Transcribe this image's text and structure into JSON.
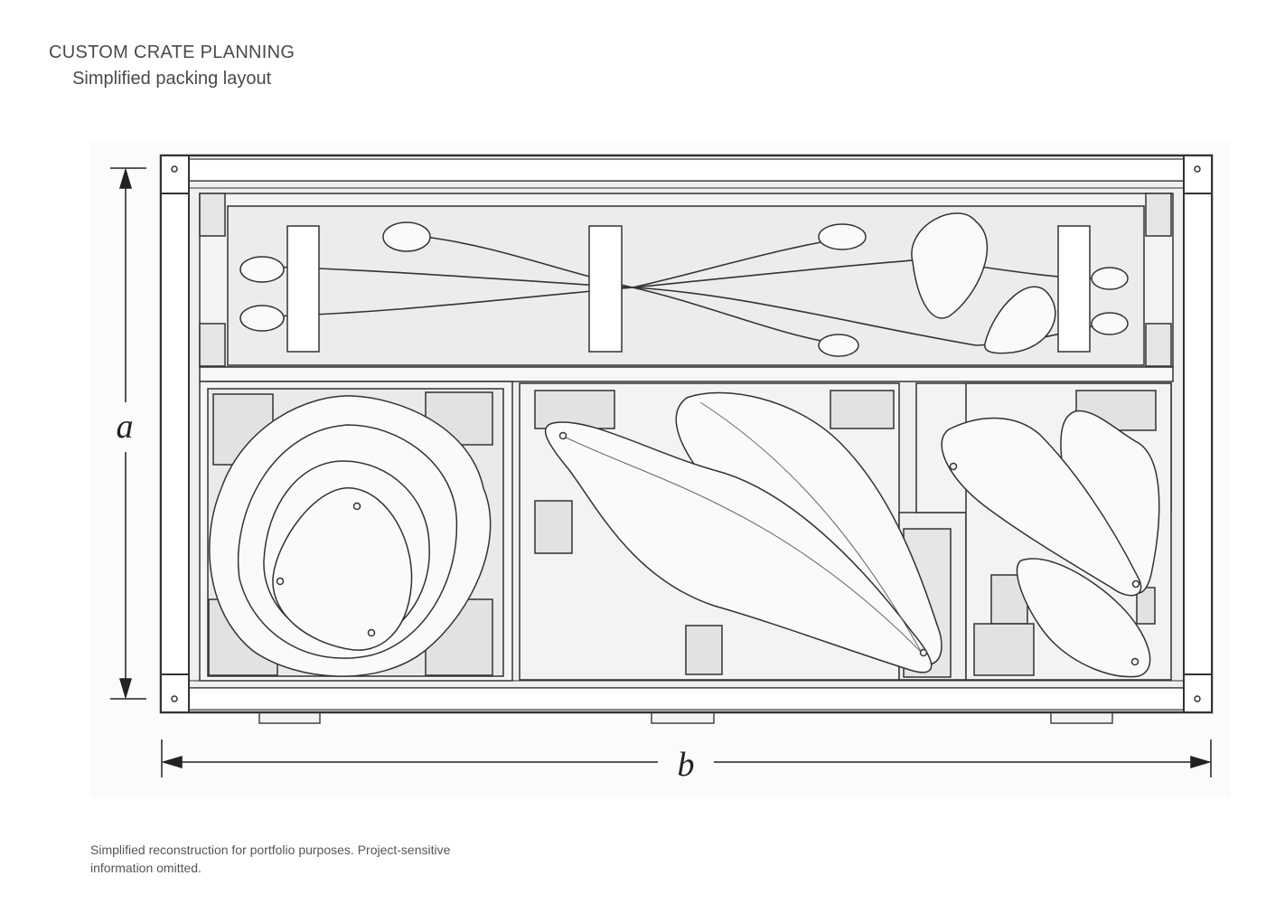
{
  "header": {
    "title": "CUSTOM CRATE PLANNING",
    "subtitle": "Simplified packing layout"
  },
  "dimensions": {
    "height_label": "a",
    "width_label": "b"
  },
  "footnote": "Simplified reconstruction for portfolio purposes. Project-sensitive information omitted."
}
